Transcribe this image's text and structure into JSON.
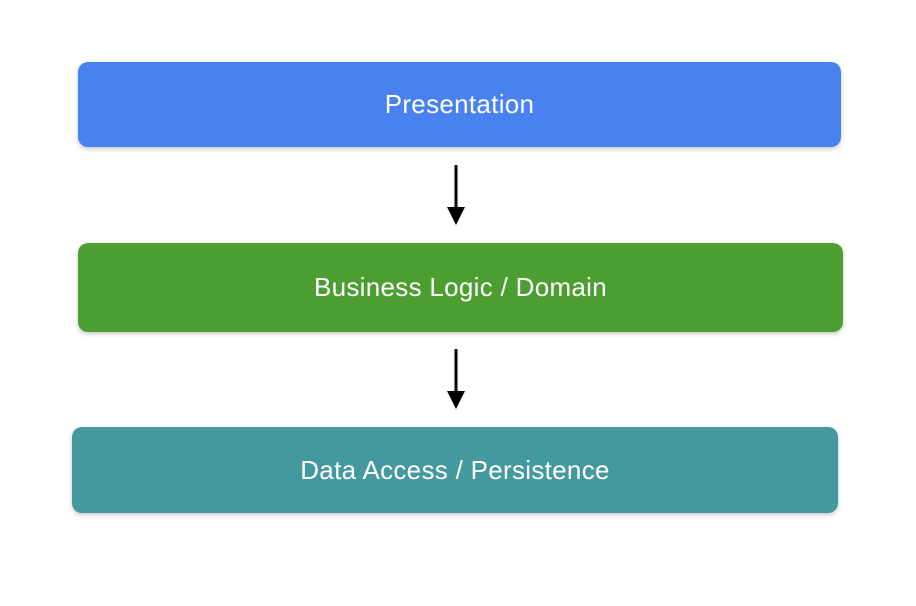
{
  "diagram": {
    "background_color": "#FFFFFF",
    "arrow_color": "#000000",
    "nodes": [
      {
        "id": "presentation",
        "label": "Presentation",
        "fill": "#4A81F0",
        "text_color": "#FFFFFF"
      },
      {
        "id": "business-logic-domain",
        "label": "Business Logic / Domain",
        "fill": "#4C9E31",
        "text_color": "#FFFFFF"
      },
      {
        "id": "data-access-persistence",
        "label": "Data Access / Persistence",
        "fill": "#43999E",
        "text_color": "#FFFFFF"
      }
    ],
    "connections": [
      {
        "from": "presentation",
        "to": "business-logic-domain",
        "type": "arrow-down"
      },
      {
        "from": "business-logic-domain",
        "to": "data-access-persistence",
        "type": "arrow-down"
      }
    ]
  }
}
